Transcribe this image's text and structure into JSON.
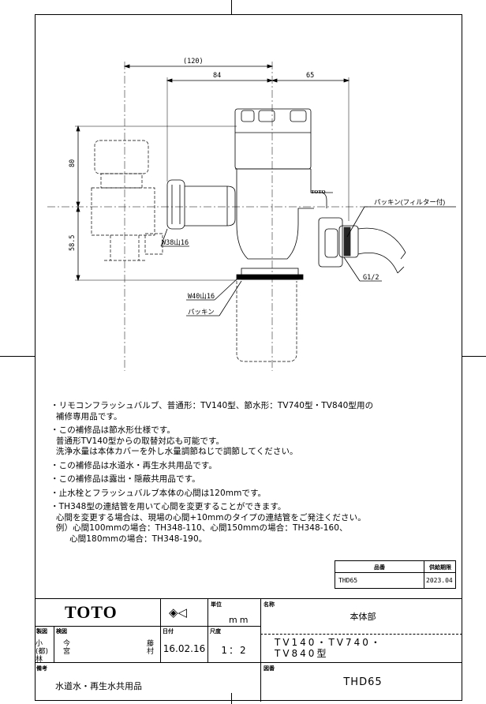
{
  "drawing": {
    "dims": {
      "top": "(120)",
      "mid": "84",
      "right": "65",
      "height_upper": "80",
      "height_lower": "58.5"
    },
    "labels": {
      "brand_mark": "TOTO",
      "packing_filter": "パッキン(フィルター付)",
      "w38": "W38山16",
      "w40": "W40山16",
      "packing": "パッキン",
      "g12": "G1/2"
    }
  },
  "notes": {
    "n1": [
      "・リモコンフラッシュバルブ、普通形：TV140型、節水形：TV740型・TV840型用の",
      "  補修専用品です。"
    ],
    "n2": [
      "・この補修品は節水形仕様です。",
      "  普通形TV140型からの取替対応も可能です。",
      "  洗浄水量は本体カバーを外し水量調節ねじで調節してください。"
    ],
    "n3": [
      "・この補修品は水道水・再生水共用品です。"
    ],
    "n4": [
      "・この補修品は露出・隠蔽共用品です。"
    ],
    "n5": [
      "・止水栓とフラッシュバルブ本体の心間は120mmです。"
    ],
    "n6": [
      "・TH348型の連結管を用いて心間を変更することができます。",
      "  心間を変更する場合は、現場の心間+10mmのタイプの連結管をご発注ください。",
      "  例）心間100mmの場合：TH348-110、心間150mmの場合：TH348-160、",
      "       心間180mmの場合：TH348-190。"
    ]
  },
  "supply_table": {
    "col1_header": "品番",
    "col2_header": "供給期限",
    "col1_value": "THD65",
    "col2_value": "2023.04"
  },
  "title_block": {
    "logo": "TOTO",
    "projection_symbol": "◈◁",
    "unit_label": "単位",
    "unit_value": "mm",
    "name_label": "名称",
    "name_value": "本体部",
    "drawn_label": "製図",
    "checked_label": "検図",
    "date_label": "日付",
    "scale_label": "尺度",
    "drawn_value": "小(都)林",
    "checked_value": "今宮",
    "checked_extra": "藤村",
    "date_value": "16.02.16",
    "scale_value": "1：2",
    "model_value": "TV140・TV740・TV840型",
    "remarks_label": "備考",
    "remarks_value": "水道水・再生水共用品",
    "drawing_no_label": "図番",
    "drawing_no_value": "THD65"
  }
}
